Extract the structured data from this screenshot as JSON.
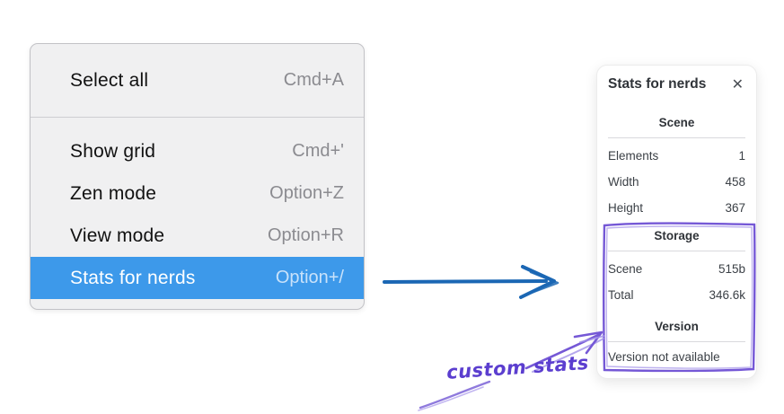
{
  "context_menu": {
    "items": [
      {
        "label": "Select all",
        "shortcut": "Cmd+A"
      },
      {
        "label": "Show grid",
        "shortcut": "Cmd+'"
      },
      {
        "label": "Zen mode",
        "shortcut": "Option+Z"
      },
      {
        "label": "View mode",
        "shortcut": "Option+R"
      },
      {
        "label": "Stats for nerds",
        "shortcut": "Option+/",
        "highlighted": true
      }
    ],
    "highlight_color": "#3d99ea"
  },
  "stats_panel": {
    "title": "Stats for nerds",
    "close_icon": "✕",
    "scene": {
      "heading": "Scene",
      "rows": [
        {
          "label": "Elements",
          "value": "1"
        },
        {
          "label": "Width",
          "value": "458"
        },
        {
          "label": "Height",
          "value": "367"
        }
      ]
    },
    "storage": {
      "heading": "Storage",
      "rows": [
        {
          "label": "Scene",
          "value": "515b"
        },
        {
          "label": "Total",
          "value": "346.6k"
        }
      ]
    },
    "version": {
      "heading": "Version",
      "note": "Version not available"
    }
  },
  "annotation": {
    "label": "custom stats",
    "purple_color": "#7558d6",
    "purple_light_color": "#a392e8",
    "arrow_blue_color": "#1b67b4"
  }
}
